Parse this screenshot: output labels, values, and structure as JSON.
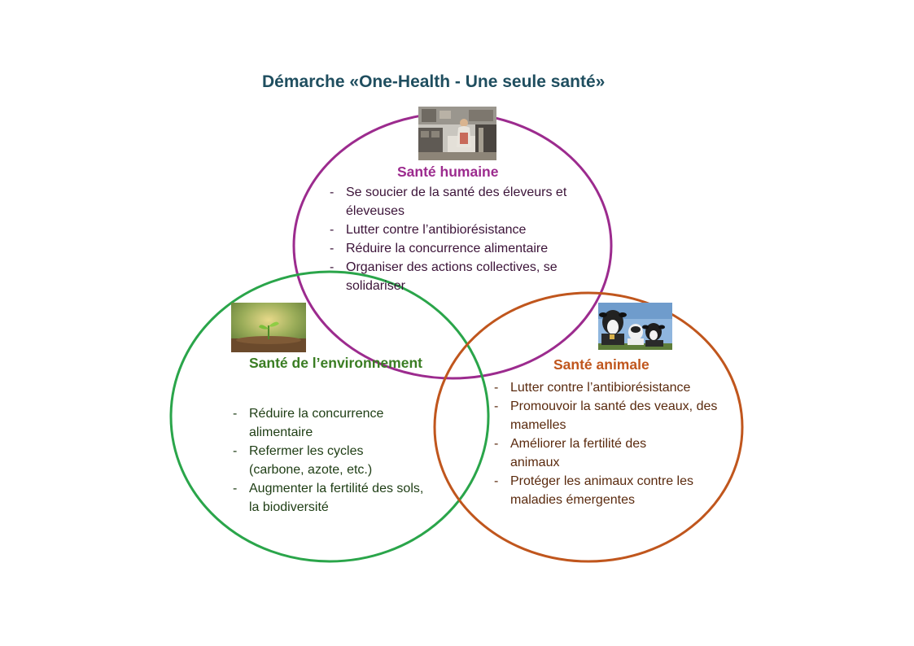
{
  "title": "Démarche «One-Health - Une seule santé»",
  "colors": {
    "human": "#9c2b8e",
    "environment": "#2aa54a",
    "animal": "#c0561d",
    "title": "#1f4e5f"
  },
  "circles": {
    "human": {
      "heading": "Santé humaine",
      "image": "kitchen-photo",
      "items": [
        "Se soucier de la santé des éleveurs et éleveuses",
        "Lutter contre l’antibiorésistance",
        "Réduire la concurrence alimentaire",
        "Organiser des actions collectives, se solidariser"
      ]
    },
    "environment": {
      "heading": "Santé de l’environnement",
      "image": "seedling-photo",
      "items": [
        "Réduire la concurrence alimentaire",
        "Refermer les cycles (carbone, azote, etc.)",
        "Augmenter la fertilité des sols, la biodiversité"
      ]
    },
    "animal": {
      "heading": "Santé animale",
      "image": "cows-photo",
      "items": [
        "Lutter contre l’antibiorésistance",
        "Promouvoir la santé des veaux, des mamelles",
        "Améliorer la fertilité des animaux",
        "Protéger les animaux contre les maladies émergentes"
      ]
    }
  }
}
